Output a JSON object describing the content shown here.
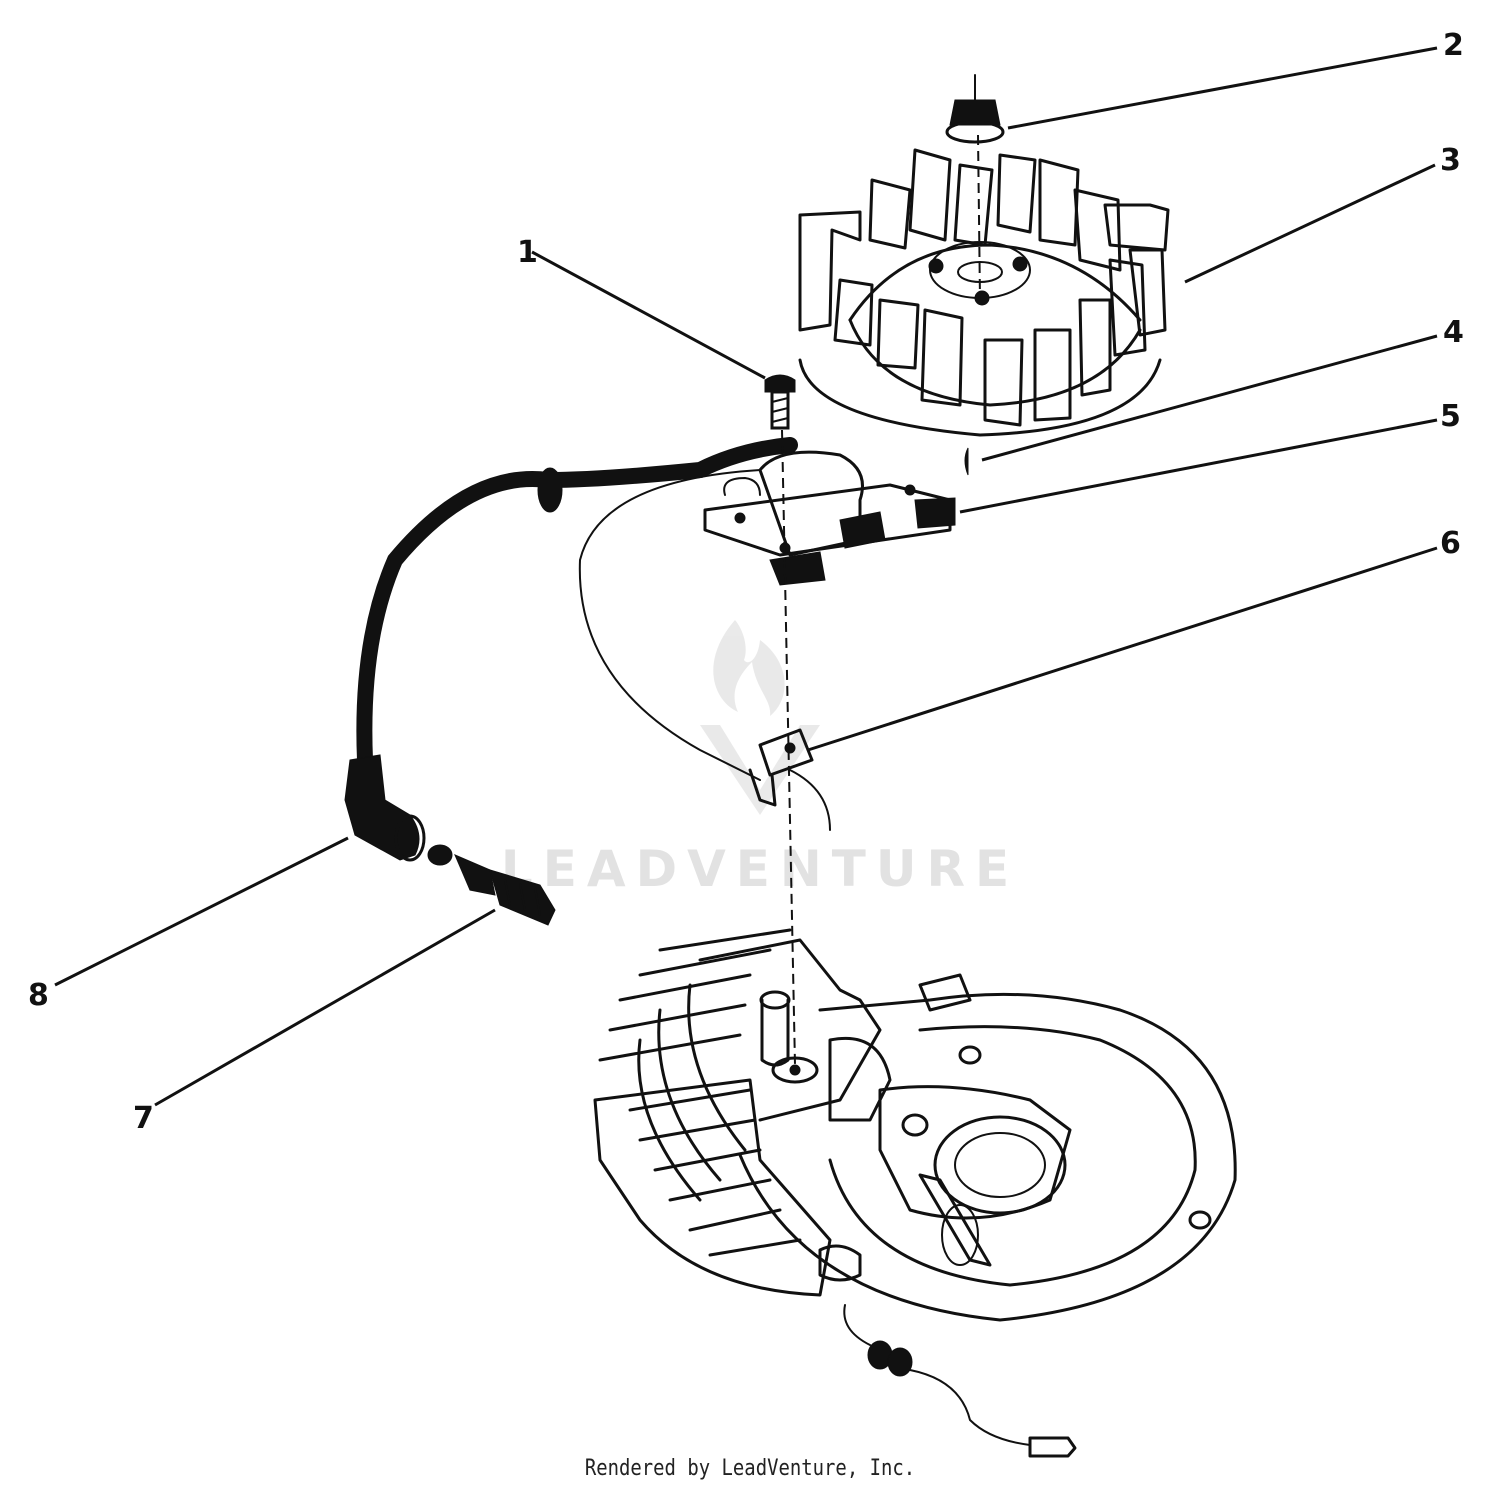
{
  "watermark": "LEADVENTURE",
  "footer": {
    "text": "Rendered by LeadVenture, Inc."
  },
  "callouts": {
    "c1": "1",
    "c2": "2",
    "c3": "3",
    "c4": "4",
    "c5": "5",
    "c6": "6",
    "c7": "7",
    "c8": "8"
  },
  "colors": {
    "ink": "#111111",
    "paper": "#ffffff",
    "watermark": "#e2e2e2"
  }
}
